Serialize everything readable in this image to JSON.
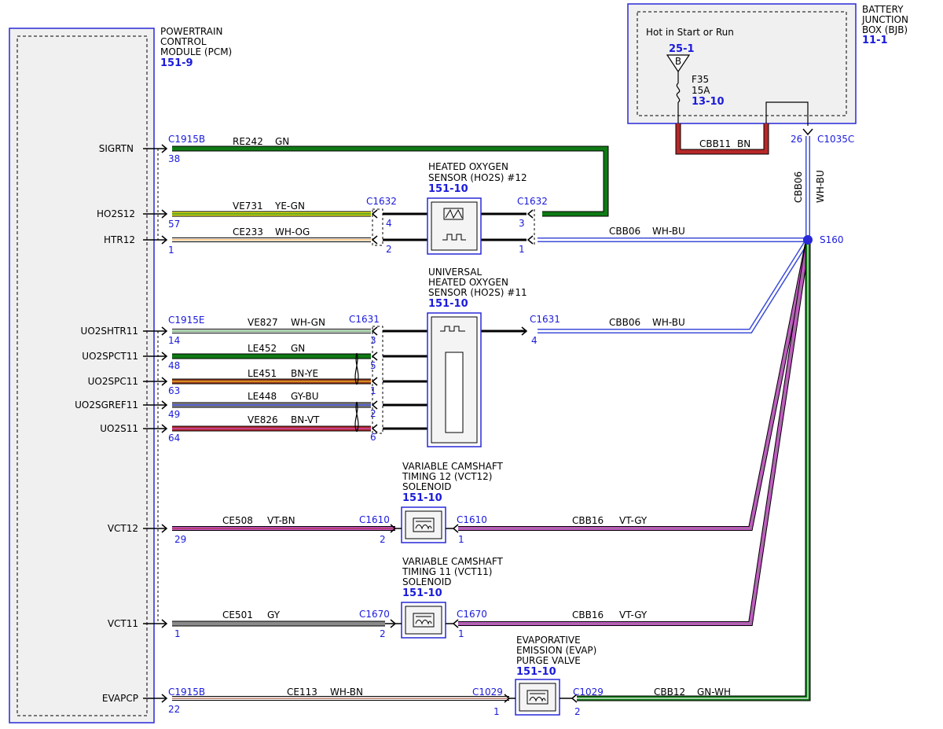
{
  "pcm": {
    "name_lines": [
      "POWERTRAIN",
      "CONTROL",
      "MODULE (PCM)"
    ],
    "ref": "151-9",
    "pins": {
      "sigrtn": "SIGRTN",
      "ho2s12": "HO2S12",
      "htr12": "HTR12",
      "uo2shtr11": "UO2SHTR11",
      "uo2spct11": "UO2SPCT11",
      "uo2spc11": "UO2SPC11",
      "uo2sgref11": "UO2SGREF11",
      "uo2s11": "UO2S11",
      "vct12": "VCT12",
      "vct11": "VCT11",
      "evapcp": "EVAPCP"
    }
  },
  "bjb": {
    "name_lines": [
      "BATTERY",
      "JUNCTION",
      "BOX (BJB)"
    ],
    "ref": "11-1",
    "hot_text": "Hot in Start or Run",
    "bus_ref": "25-1",
    "bus_letter": "B",
    "fuse_name": "F35",
    "fuse_rating": "15A",
    "fuse_ref": "13-10",
    "connector": "C1035C",
    "pin": "26",
    "jumper_circuit": "CBB11",
    "jumper_color": "BN"
  },
  "connectors": {
    "c1915b": "C1915B",
    "c1915e": "C1915E",
    "c1632": "C1632",
    "c1631": "C1631",
    "c1610": "C1610",
    "c1670": "C1670",
    "c1029": "C1029"
  },
  "pins": {
    "p38": "38",
    "p57": "57",
    "p1": "1",
    "p14": "14",
    "p48": "48",
    "p63": "63",
    "p49": "49",
    "p64": "64",
    "p29": "29",
    "p22": "22",
    "p2": "2",
    "p3": "3",
    "p4": "4",
    "p5": "5",
    "p6": "6"
  },
  "circuits": {
    "re242": "RE242",
    "ve731": "VE731",
    "ce233": "CE233",
    "ve827": "VE827",
    "le452": "LE452",
    "le451": "LE451",
    "le448": "LE448",
    "ve826": "VE826",
    "ce508": "CE508",
    "ce501": "CE501",
    "ce113": "CE113",
    "cbb06": "CBB06",
    "cbb16": "CBB16",
    "cbb12": "CBB12"
  },
  "colors_text": {
    "gn": "GN",
    "ye_gn": "YE-GN",
    "wh_og": "WH-OG",
    "wh_gn": "WH-GN",
    "bn_ye": "BN-YE",
    "gy_bu": "GY-BU",
    "bn_vt": "BN-VT",
    "vt_bn": "VT-BN",
    "gy": "GY",
    "wh_bn": "WH-BN",
    "wh_bu": "WH-BU",
    "vt_gy": "VT-GY",
    "gn_wh": "GN-WH"
  },
  "splice": "S160",
  "components": {
    "ho2s12": {
      "lines": [
        "HEATED OXYGEN",
        "SENSOR (HO2S) #12"
      ],
      "ref": "151-10"
    },
    "ho2s11": {
      "lines": [
        "UNIVERSAL",
        "HEATED OXYGEN",
        "SENSOR (HO2S) #11"
      ],
      "ref": "151-10"
    },
    "vct12": {
      "lines": [
        "VARIABLE CAMSHAFT",
        "TIMING 12 (VCT12)",
        "SOLENOID"
      ],
      "ref": "151-10"
    },
    "vct11": {
      "lines": [
        "VARIABLE CAMSHAFT",
        "TIMING 11 (VCT11)",
        "SOLENOID"
      ],
      "ref": "151-10"
    },
    "evap": {
      "lines": [
        "EVAPORATIVE",
        "EMISSION (EVAP)",
        "PURGE VALVE"
      ],
      "ref": "151-10"
    }
  },
  "wire_colors": {
    "green": "#0f7a14",
    "yellow": "#e6e61e",
    "white": "#ffffff",
    "orange": "#f0a040",
    "brown": "#9a3a1e",
    "gray": "#8a8a8a",
    "blue": "#3c4cd8",
    "violet": "#c850c8",
    "red": "#b82828",
    "black": "#111111",
    "outline_blue": "#2828d8"
  }
}
